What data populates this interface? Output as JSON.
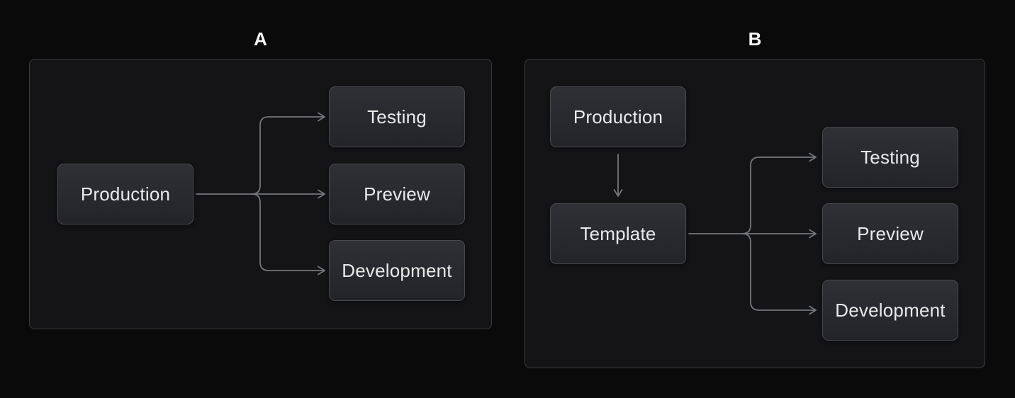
{
  "panels": [
    {
      "label": "A",
      "nodes": [
        {
          "id": "production",
          "label": "Production"
        },
        {
          "id": "testing",
          "label": "Testing"
        },
        {
          "id": "preview",
          "label": "Preview"
        },
        {
          "id": "development",
          "label": "Development"
        }
      ],
      "edges": [
        {
          "from": "production",
          "to": "testing"
        },
        {
          "from": "production",
          "to": "preview"
        },
        {
          "from": "production",
          "to": "development"
        }
      ]
    },
    {
      "label": "B",
      "nodes": [
        {
          "id": "production",
          "label": "Production"
        },
        {
          "id": "template",
          "label": "Template"
        },
        {
          "id": "testing",
          "label": "Testing"
        },
        {
          "id": "preview",
          "label": "Preview"
        },
        {
          "id": "development",
          "label": "Development"
        }
      ],
      "edges": [
        {
          "from": "production",
          "to": "template"
        },
        {
          "from": "template",
          "to": "testing"
        },
        {
          "from": "template",
          "to": "preview"
        },
        {
          "from": "template",
          "to": "development"
        }
      ]
    }
  ],
  "colors": {
    "background": "#0a0a0b",
    "panel_background": "#141417",
    "panel_border": "#3a3b3e",
    "node_background_top": "#2e3035",
    "node_background_bottom": "#222428",
    "node_border": "#47494e",
    "node_text": "#e9e9ea",
    "edge_stroke": "#73767a",
    "panel_label": "#f7f7f8"
  }
}
